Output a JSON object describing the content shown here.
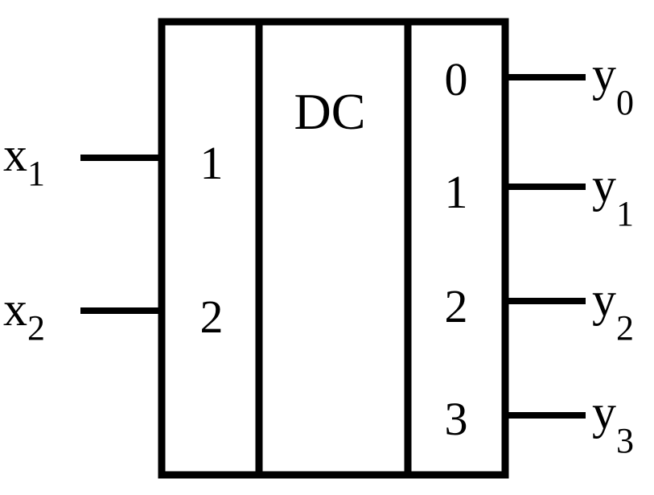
{
  "decoder": {
    "title": "DC",
    "input_pins": [
      "1",
      "2"
    ],
    "output_pins": [
      "0",
      "1",
      "2",
      "3"
    ]
  },
  "inputs": [
    {
      "letter": "x",
      "index": "1"
    },
    {
      "letter": "x",
      "index": "2"
    }
  ],
  "outputs": [
    {
      "letter": "y",
      "index": "0"
    },
    {
      "letter": "y",
      "index": "1"
    },
    {
      "letter": "y",
      "index": "2"
    },
    {
      "letter": "y",
      "index": "3"
    }
  ],
  "colors": {
    "stroke": "#000000",
    "background": "#ffffff"
  }
}
